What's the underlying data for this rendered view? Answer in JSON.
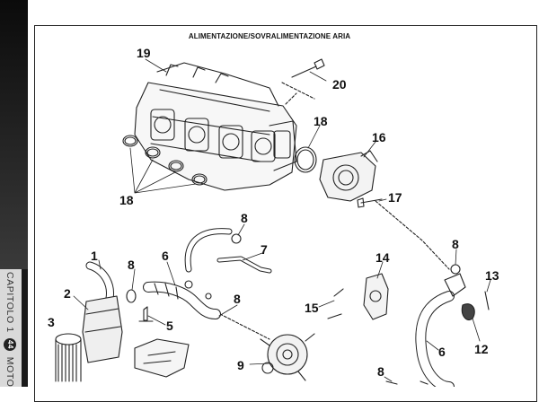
{
  "page": {
    "title": "ALIMENTAZIONE/SOVRALIMENTAZIONE ARIA",
    "chapter": "CAPITOLO 1",
    "page_number": "44",
    "section": "MOTO"
  },
  "callouts": [
    "19",
    "20",
    "18",
    "16",
    "18",
    "17",
    "8",
    "7",
    "1",
    "8",
    "6",
    "2",
    "3",
    "5",
    "8",
    "14",
    "15",
    "8",
    "13",
    "12",
    "6",
    "9",
    "8"
  ]
}
